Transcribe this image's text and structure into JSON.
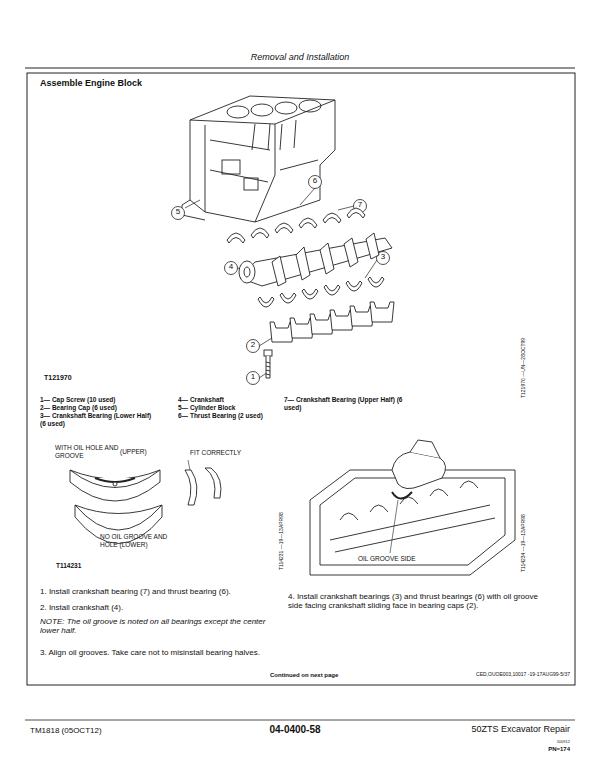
{
  "diagram": {
    "title": "Assemble Engine Block",
    "labels": [
      "Removal and Installation",
      "5",
      "6",
      "7",
      "4",
      "3",
      "2",
      "1",
      "T121970",
      "T121970 —UN—28OCT99",
      "1— Cap Screw (10 used)",
      "2— Bearing Cap (6 used)",
      "3— Crankshaft Bearing (Lower Half) (6 used)",
      "4— Crankshaft",
      "5— Cylinder Block",
      "6— Thrust Bearing (2 used)",
      "7— Crankshaft Bearing (Upper Half) (6 used)",
      "WITH OIL HOLE AND GROOVE",
      "(UPPER)",
      "FIT CORRECTLY",
      "NO OIL GROOVE AND HOLE (LOWER)",
      "T114231",
      "T114231 —19—13APR98",
      "OIL GROOVE SIDE",
      "T114234 —19—13APR98",
      "1. Install crankshaft bearing (7) and thrust bearing (6).",
      "2. Install crankshaft (4).",
      "NOTE: The oil groove is noted on all bearings except the center lower half.",
      "3. Align oil grooves. Take care not to misinstall bearing halves.",
      "4. Install crankshaft bearings (3) and thrust bearings (6) with oil groove side facing crankshaft sliding face in bearing caps (2).",
      "Continued on next page",
      "CED,OUOE003,10017 -19-17AUG99-5/37",
      "TM1818 (05OCT12)",
      "04-0400-58",
      "50ZTS Excavator Repair",
      "100912",
      "PN=174"
    ]
  }
}
